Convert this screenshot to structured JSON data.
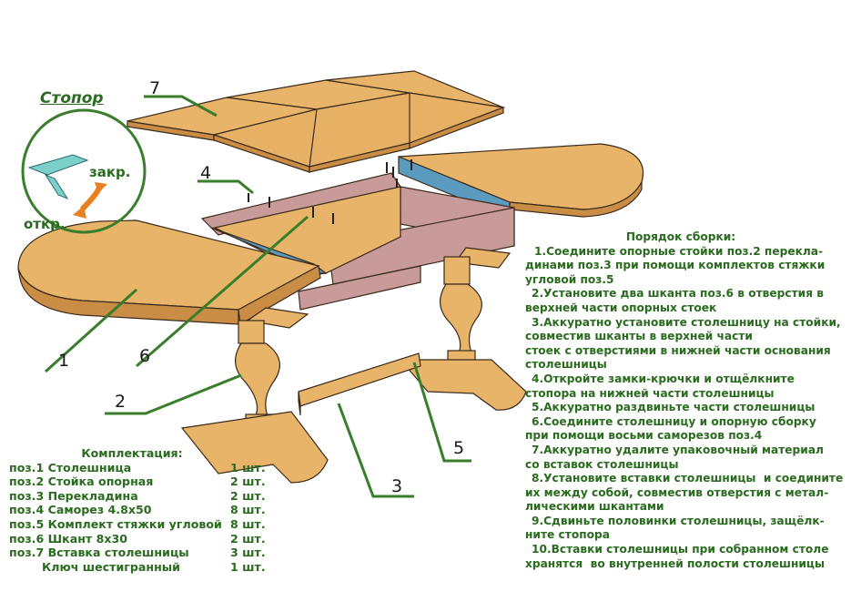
{
  "stopor": {
    "title": "Стопор",
    "lock_label": "закр.",
    "unlock_label": "откр."
  },
  "callouts": [
    "7",
    "4",
    "1",
    "6",
    "2",
    "5",
    "3"
  ],
  "assembly": {
    "title": "Порядок сборки:",
    "lines": [
      "1.Соедините опорные стойки поз.2 перекла-",
      "динами поз.3 при помощи комплектов стяжки",
      "угловой поз.5",
      "2.Установите два шканта поз.6 в отверстия в",
      "верхней части опорных стоек",
      "3.Аккуратно установите столешницу на стойки,",
      "совместив шканты в верхней части",
      "стоек с отверстиями в нижней части основания",
      "столешницы",
      "4.Откройте замки-крючки и отщёлкните",
      "стопора на нижней части столешницы",
      "5.Аккуратно раздвиньте части столешницы",
      "6.Соедините столешницу и опорную сборку",
      "при помощи восьми саморезов поз.4",
      "7.Аккуратно удалите упаковочный материал",
      "со вставок столешницы",
      "8.Установите вставки столешницы  и соедините",
      "их между собой, совместив отверстия с метал-",
      "лическими шкантами",
      "9.Сдвиньте половинки столешницы, защёлк-",
      "ните стопора",
      "10.Вставки столешницы при собранном столе",
      "хранятся  во внутренней полости столешницы"
    ]
  },
  "kit": {
    "title": "Комплектация:",
    "items": [
      {
        "name": "поз.1 Столешница",
        "qty": "1 шт."
      },
      {
        "name": "поз.2 Стойка опорная",
        "qty": "2 шт."
      },
      {
        "name": "поз.3 Перекладина",
        "qty": "2 шт."
      },
      {
        "name": "поз.4 Саморез 4.8х50",
        "qty": "8 шт."
      },
      {
        "name": "поз.5 Комплект стяжки угловой",
        "qty": "8 шт."
      },
      {
        "name": "поз.6 Шкант 8х30",
        "qty": "2 шт."
      },
      {
        "name": "поз.7 Вставка столешницы",
        "qty": "3 шт."
      },
      {
        "name": "Ключ шестигранный",
        "qty": "1 шт."
      }
    ]
  },
  "colors": {
    "wood": "#e8b46a",
    "wood_dark": "#c98d45",
    "apron": "#c89a9a",
    "rail": "#5b9bc0",
    "leader": "#3a7d2c",
    "text_green": "#2a6b1f"
  }
}
